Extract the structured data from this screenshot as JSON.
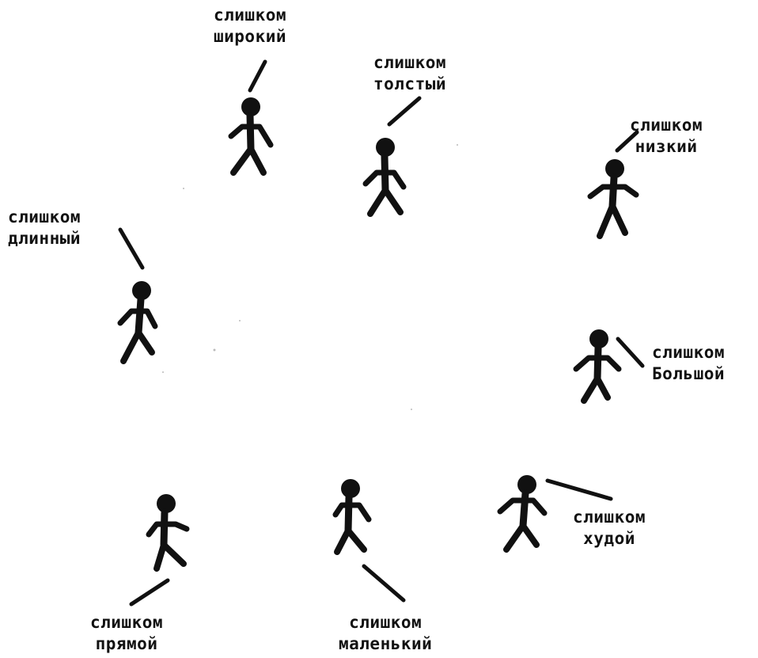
{
  "colors": {
    "ink": "#111111",
    "background": "#ffffff"
  },
  "figures": [
    {
      "id": "wide",
      "line1": "слишком",
      "line2": "широкий"
    },
    {
      "id": "fat",
      "line1": "слишком",
      "line2": "толстый"
    },
    {
      "id": "short",
      "line1": "слишком",
      "line2": "низкий"
    },
    {
      "id": "long",
      "line1": "слишком",
      "line2": "длинный"
    },
    {
      "id": "big",
      "line1": "слишком",
      "line2": "Большой"
    },
    {
      "id": "thin",
      "line1": "слишком",
      "line2": "худой"
    },
    {
      "id": "small",
      "line1": "слишком",
      "line2": "маленький"
    },
    {
      "id": "straight",
      "line1": "слишком",
      "line2": "прямой"
    }
  ]
}
